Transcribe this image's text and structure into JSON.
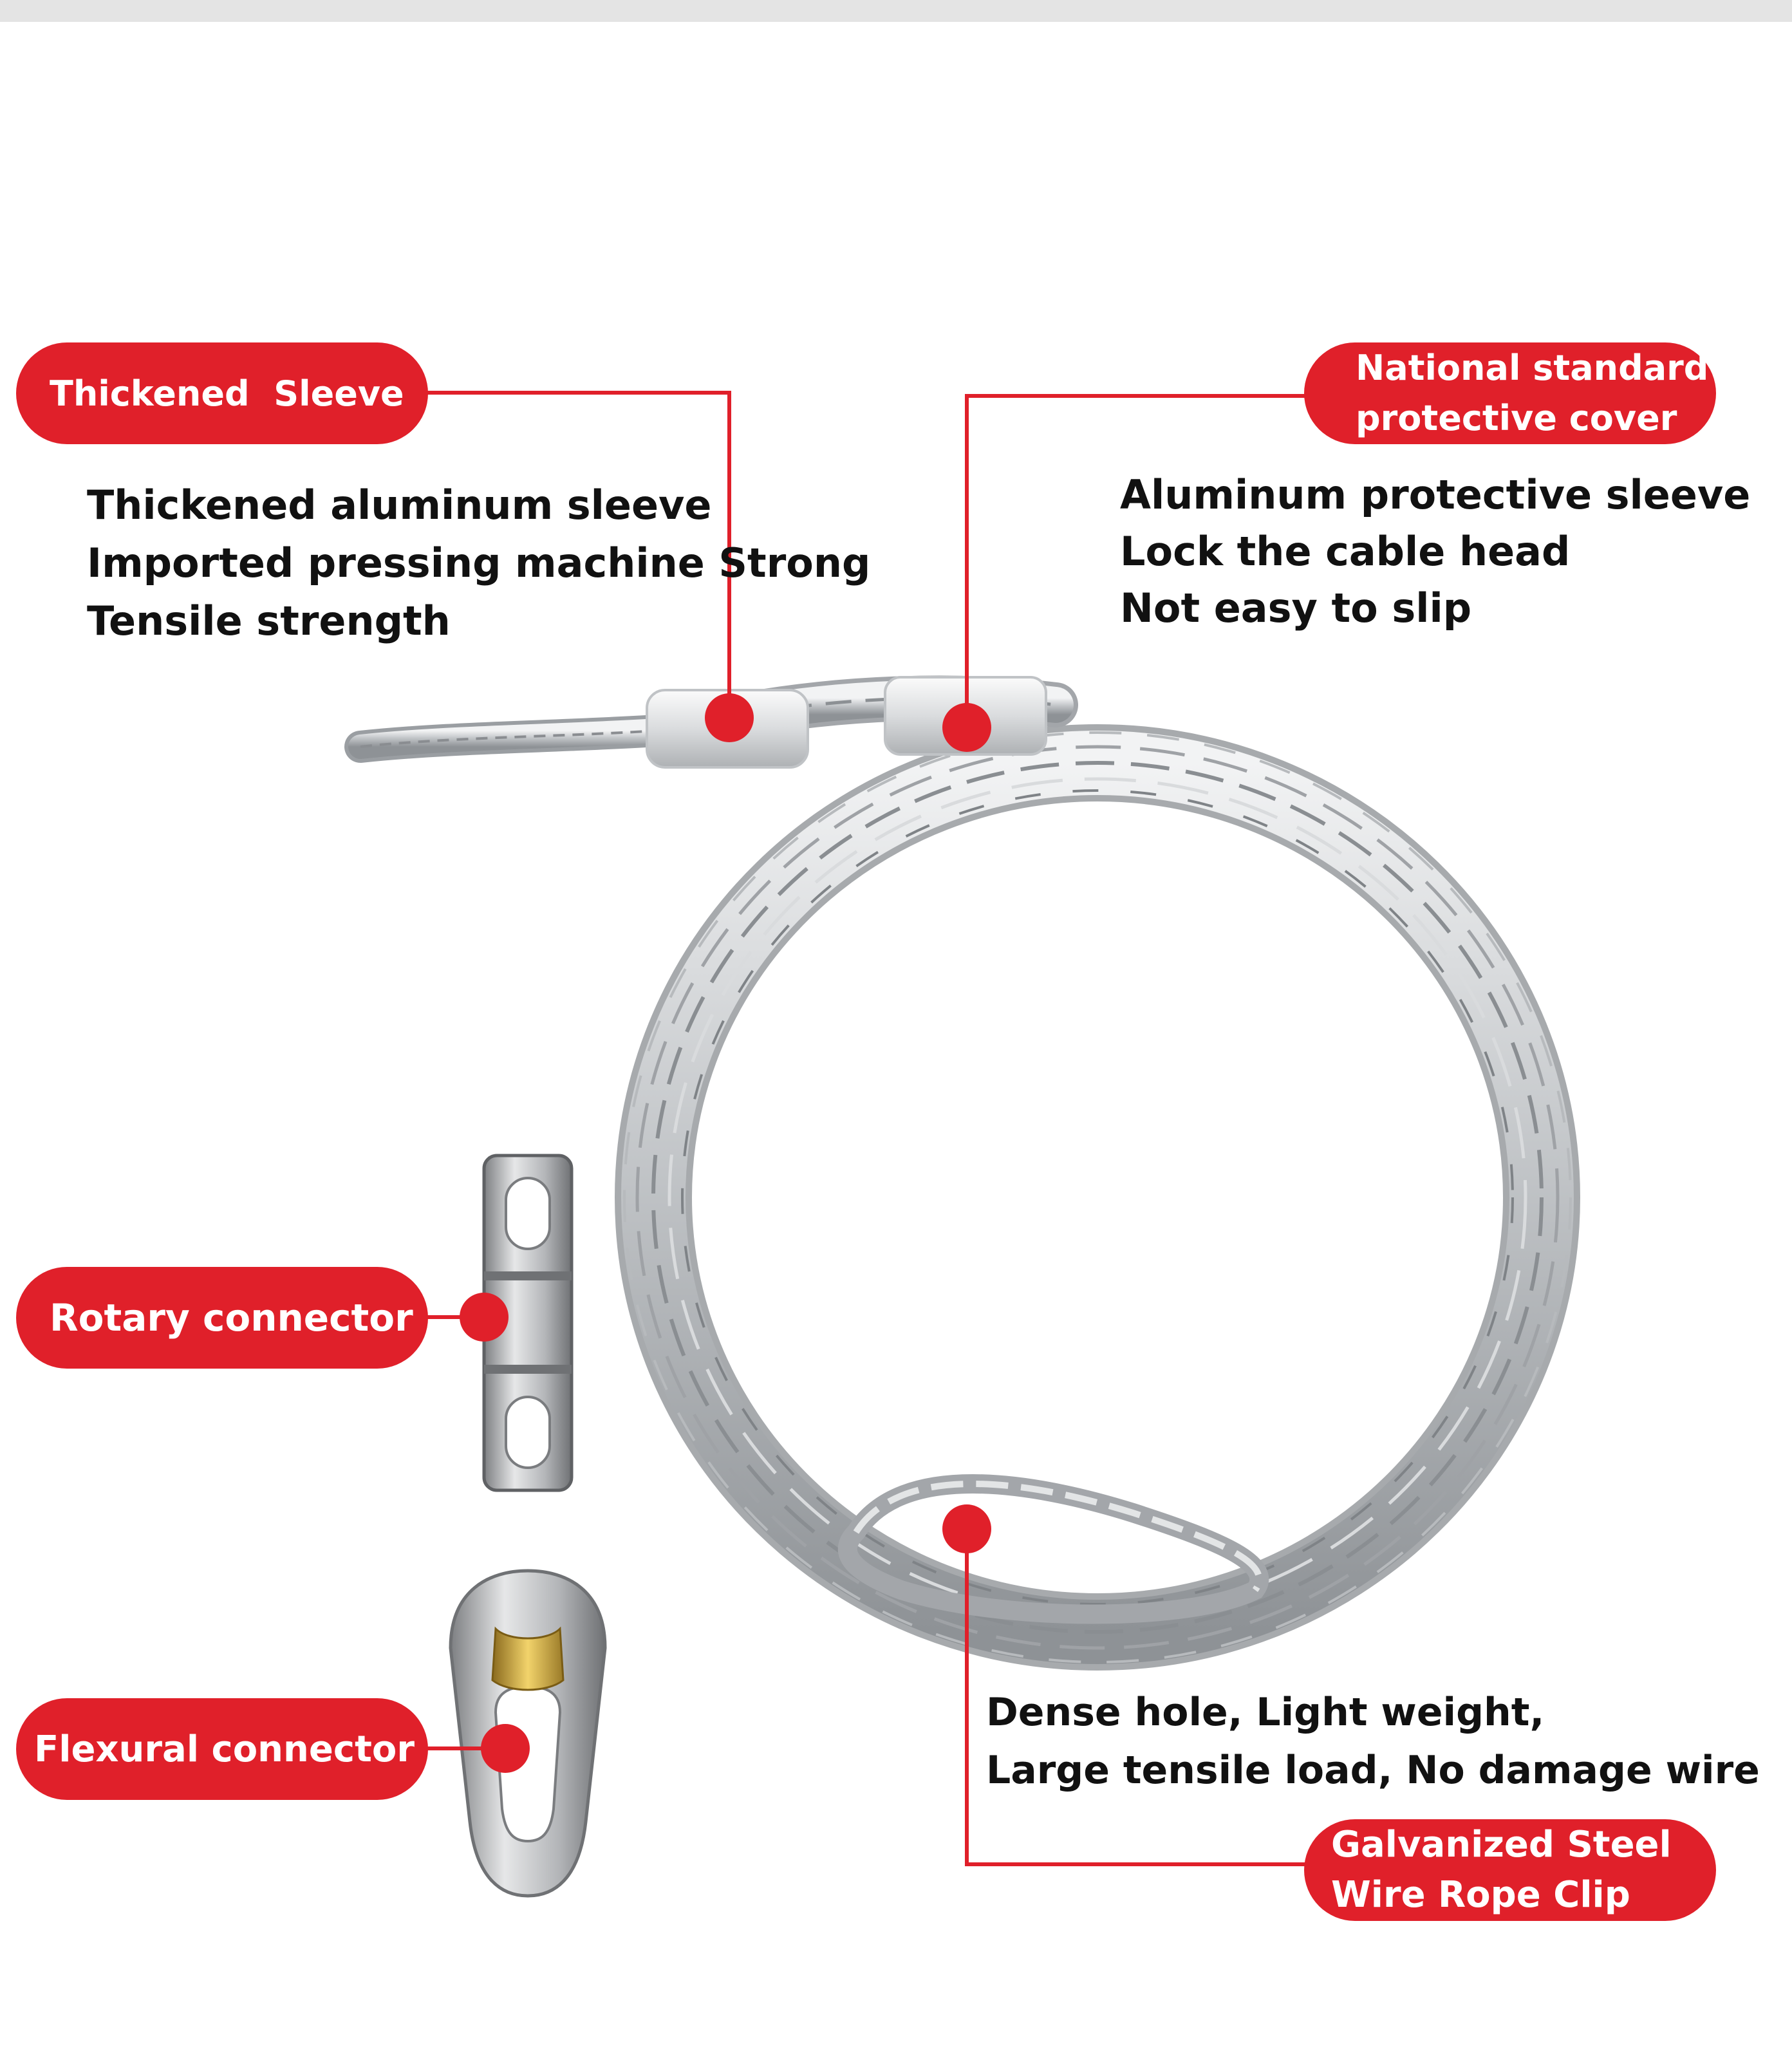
{
  "colors": {
    "accent": "#e0202a",
    "text": "#111111",
    "background": "#ffffff",
    "metal": "#b9bcbf"
  },
  "labels": {
    "thickened_sleeve": "Thickened  Sleeve",
    "protective_cover_line1": "National standard",
    "protective_cover_line2": "protective cover",
    "rotary_connector": "Rotary connector",
    "flexural_connector": "Flexural connector",
    "rope_clip_line1": "Galvanized Steel",
    "rope_clip_line2": "Wire Rope Clip"
  },
  "descriptions": {
    "sleeve": [
      "Thickened aluminum sleeve",
      "Imported pressing machine Strong",
      "Tensile strength"
    ],
    "cover": [
      "Aluminum protective sleeve",
      "Lock the cable head",
      "Not easy to slip"
    ],
    "mesh": [
      "Dense hole, Light weight,",
      "Large tensile load, No damage wire"
    ]
  },
  "images": {
    "cable_grip": "wire-mesh-cable-grip-image",
    "rotary_connector": "swivel-connector-image",
    "flexural_connector": "flexural-connector-image"
  }
}
